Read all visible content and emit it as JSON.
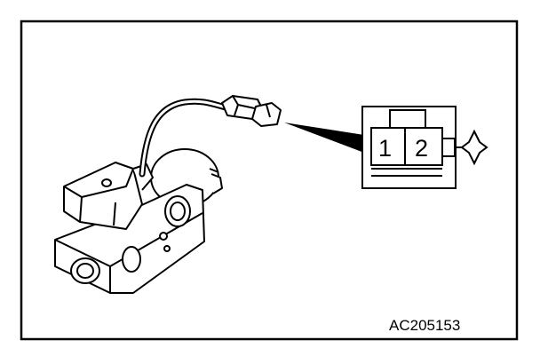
{
  "figure": {
    "connector_pins": [
      "1",
      "2"
    ],
    "reference_code": "AC205153"
  },
  "colors": {
    "line": "#000000",
    "background": "#ffffff"
  }
}
